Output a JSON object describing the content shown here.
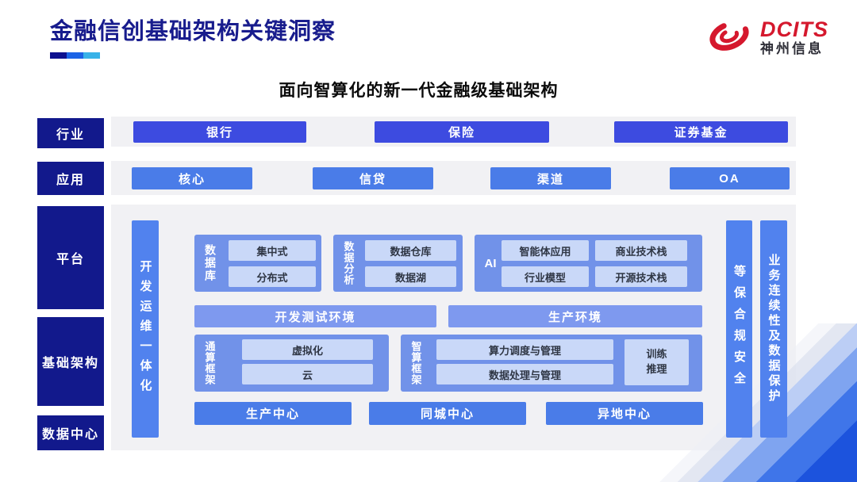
{
  "colors": {
    "title_navy": "#181C8D",
    "label_navy": "#12198C",
    "industry_button_blue": "#3D4BE0",
    "application_button_blue": "#4A7CE8",
    "vertical_bar_blue": "#5182EE",
    "section_box_blue": "#7192E9",
    "environment_bar_blue": "#7E99EF",
    "inner_box_blue": "#C9D8F8",
    "logo_red": "#D5182D",
    "underline_segments": [
      "#0D108F",
      "#1B63E6",
      "#38B2E8"
    ]
  },
  "header": {
    "title": "金融信创基础架构关键洞察",
    "logo_brand": "DCITS",
    "logo_company": "神州信息"
  },
  "diagram": {
    "subtitle": "面向智算化的新一代金融级基础架构",
    "industry_row": {
      "label": "行业",
      "buttons": [
        "银行",
        "保险",
        "证券基金"
      ]
    },
    "application_row": {
      "label": "应用",
      "buttons": [
        "核心",
        "信贷",
        "渠道",
        "OA"
      ]
    },
    "side_labels": {
      "platform": "平台",
      "infrastructure": "基础架构",
      "datacenter": "数据中心"
    },
    "vertical_bars": {
      "devops": "开发运维一体化",
      "compliance": "等保合规安全",
      "continuity": "业务连续性及数据保护"
    },
    "platform_sections": {
      "database": {
        "label": "数据库",
        "items": [
          "集中式",
          "分布式"
        ]
      },
      "analytics": {
        "label": "数据分析",
        "items": [
          "数据仓库",
          "数据湖"
        ]
      },
      "ai": {
        "label": "AI",
        "items": [
          "智能体应用",
          "商业技术栈",
          "行业模型",
          "开源技术栈"
        ]
      }
    },
    "environments": {
      "dev_test": "开发测试环境",
      "production": "生产环境"
    },
    "infra_sections": {
      "general_compute": {
        "label": "通算框架",
        "items": [
          "虚拟化",
          "云"
        ]
      },
      "ai_compute": {
        "label": "智算框架",
        "items": [
          "算力调度与管理",
          "数据处理与管理"
        ],
        "side_item_lines": [
          "训练",
          "推理"
        ]
      }
    },
    "datacenter_row": {
      "buttons": [
        "生产中心",
        "同城中心",
        "异地中心"
      ]
    }
  }
}
